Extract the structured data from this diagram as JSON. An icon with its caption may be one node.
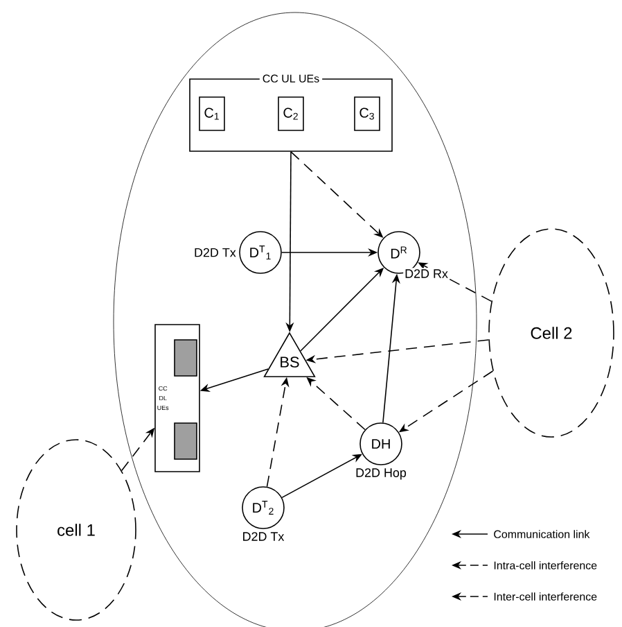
{
  "diagram": {
    "nodes": [
      {
        "text": [],
        "shape": "circle"
      },
      {
        "text": [
          "CC UL UEs"
        ],
        "in": 0
      },
      {
        "text": [
          "C$_{1}$"
        ],
        "in": 1
      },
      {
        "text": [
          "C$_{2}$"
        ],
        "in": 1
      },
      {
        "text": [
          "C$_{3}$"
        ],
        "in": 1
      },
      {
        "text": [
          "D$^{T}$$_{1}$"
        ],
        "beside": [
          "D2D Tx"
        ],
        "in": 0
      },
      {
        "text": [
          "D$^{R}$"
        ],
        "beside": [
          "D2D Rx"
        ],
        "in": 0
      },
      {
        "text": [
          "BS"
        ],
        "in": 0
      },
      {
        "text": [
          "CC DL UEs"
        ],
        "in": 0
      },
      {
        "text": [],
        "shape": "box",
        "in": 8
      },
      {
        "text": [],
        "shape": "box",
        "in": 8
      },
      {
        "text": [
          "Cell 2"
        ]
      },
      {
        "text": [
          "DH"
        ],
        "beside": [
          "D2D Hop"
        ],
        "in": 0
      },
      {
        "text": [
          "D$^{T}$$_{2}$"
        ],
        "beside": [
          "D2D Tx"
        ],
        "in": 0
      },
      {
        "text": [
          "cell 1"
        ]
      }
    ],
    "edges": [
      {
        "from": 1,
        "to": 7,
        "arrow": "to"
      },
      {
        "from": 1,
        "to": 6,
        "arrow": "to",
        "style": "dashed"
      },
      {
        "from": 5,
        "to": 6,
        "arrow": "to"
      },
      {
        "from": 7,
        "to": 6,
        "arrow": "to"
      },
      {
        "from": 7,
        "to": 8,
        "arrow": "to"
      },
      {
        "from": 13,
        "to": 7,
        "arrow": "to",
        "style": "dashed"
      },
      {
        "from": 13,
        "to": 12,
        "arrow": "to"
      },
      {
        "from": 12,
        "to": 6,
        "arrow": "to"
      },
      {
        "from": 12,
        "to": 7,
        "arrow": "to",
        "style": "dashed"
      },
      {
        "from": 11,
        "to": 6,
        "arrow": "to",
        "style": "dashed"
      },
      {
        "from": 11,
        "to": 7,
        "arrow": "to",
        "style": "dashed"
      },
      {
        "from": 11,
        "to": 12,
        "arrow": "to",
        "style": "dashed"
      },
      {
        "from": 14,
        "to": 8,
        "arrow": "to",
        "style": "dashed"
      }
    ],
    "legend": [
      {
        "text": "Communication link"
      },
      {
        "text": "Intra-cell interference"
      },
      {
        "text": "Inter-cell interference"
      }
    ]
  }
}
